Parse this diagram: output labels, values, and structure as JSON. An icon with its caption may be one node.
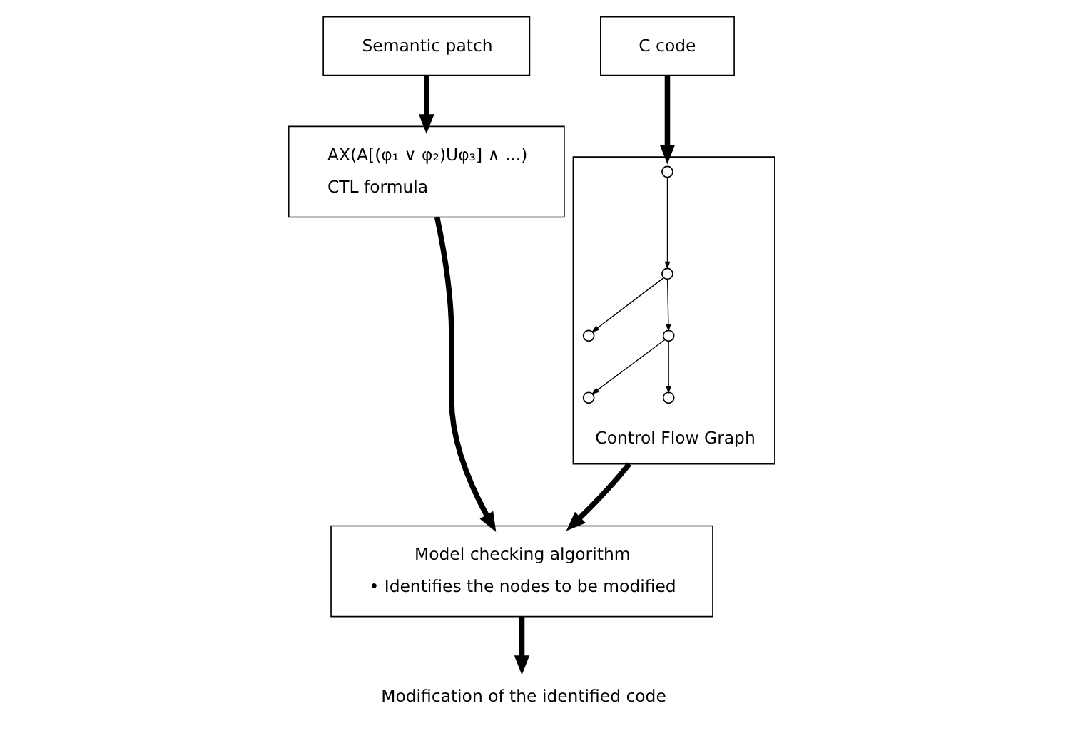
{
  "diagram": {
    "nodes": [
      {
        "text": [
          "Semantic patch"
        ]
      },
      {
        "text": [
          "C code"
        ]
      },
      {
        "text": [
          "AX(A[(φ₁ ∨ φ₂)Uφ₃] ∧ ...)",
          "CTL formula"
        ]
      },
      {
        "text": [
          "Control Flow Graph"
        ]
      },
      {
        "text": [],
        "shape": "circle",
        "in": 3
      },
      {
        "text": [],
        "shape": "circle",
        "in": 3
      },
      {
        "text": [],
        "shape": "circle",
        "in": 3
      },
      {
        "text": [],
        "shape": "circle",
        "in": 3
      },
      {
        "text": [],
        "shape": "circle",
        "in": 3
      },
      {
        "text": [],
        "shape": "circle",
        "in": 3
      },
      {
        "text": [
          "Model checking algorithm",
          "• Identifies the nodes to be modified"
        ]
      },
      {
        "text": [
          "Modification of the identified code"
        ]
      }
    ],
    "edges": [
      {
        "from": 0,
        "to": 2,
        "arrow": "to",
        "style": "thick"
      },
      {
        "from": 1,
        "to": 3,
        "arrow": "to",
        "style": "thick"
      },
      {
        "from": 4,
        "to": 5,
        "arrow": "to"
      },
      {
        "from": 5,
        "to": 6,
        "arrow": "to"
      },
      {
        "from": 5,
        "to": 7,
        "arrow": "to"
      },
      {
        "from": 7,
        "to": 8,
        "arrow": "to"
      },
      {
        "from": 7,
        "to": 9,
        "arrow": "to"
      },
      {
        "from": 2,
        "to": 10,
        "arrow": "to",
        "style": "thick"
      },
      {
        "from": 3,
        "to": 10,
        "arrow": "to",
        "style": "thick"
      },
      {
        "from": 10,
        "to": 11,
        "arrow": "to",
        "style": "thick"
      }
    ]
  }
}
